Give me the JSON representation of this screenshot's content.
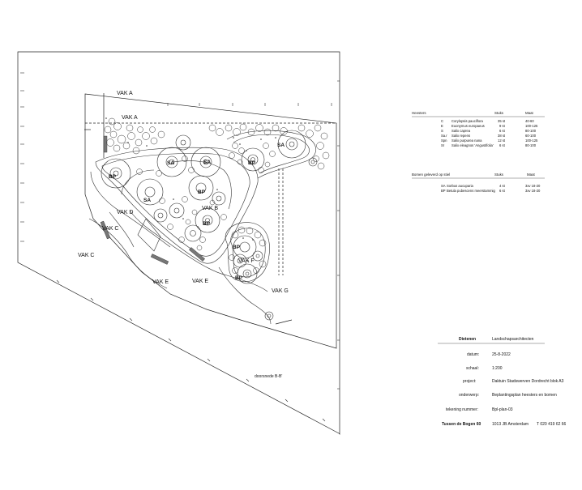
{
  "plan": {
    "vak_labels": [
      "VAK A",
      "VAK A",
      "VAK C",
      "VAK C",
      "VAK D",
      "VAK B",
      "VAK E",
      "VAK E",
      "VAK F",
      "VAK G"
    ],
    "zone_labels": [
      "SA",
      "SA",
      "SA",
      "SA",
      "BP",
      "BP",
      "BP",
      "BP",
      "BP",
      "BP",
      "BP"
    ],
    "doorsnede": "doorsnede B-B'"
  },
  "shrubs": {
    "headers": {
      "name": "Heesters",
      "qty": "Stuks",
      "size": "Maat"
    },
    "rows": [
      {
        "code": "C",
        "name": "Corylopsis pauciflora",
        "qty": "35 st",
        "size": "40-60"
      },
      {
        "code": "E",
        "name": "Euonymus europaeus",
        "qty": "9 st",
        "size": "100-125"
      },
      {
        "code": "S",
        "name": "Salix caprea",
        "qty": "6 st",
        "size": "80-100"
      },
      {
        "code": "Sa.r",
        "name": "Salix repens",
        "qty": "38 st",
        "size": "60-100"
      },
      {
        "code": "Spn",
        "name": "Salix purpurea nana",
        "qty": "12 st",
        "size": "100-125"
      },
      {
        "code": "Sr",
        "name": "Salix eleagnos 'Angustifolia'",
        "qty": "6 st",
        "size": "80-100"
      }
    ]
  },
  "trees": {
    "headers": {
      "name": "Bomen geleverd op stiel",
      "qty": "Stuks",
      "size": "Maat"
    },
    "rows": [
      {
        "code": "SA",
        "name": "Sorbus aucuparia",
        "qty": "4 st",
        "size": "3xv 18-20"
      },
      {
        "code": "BP",
        "name": "Betula pubescens meerstammig",
        "qty": "6 st",
        "size": "3xv 18-20"
      }
    ]
  },
  "titleblock": {
    "company": "Dietenen",
    "company_role": "Landschapsarchitecten",
    "rows": [
      {
        "label": "datum:",
        "value": "25-8-2022"
      },
      {
        "label": "schaal:",
        "value": "1:200"
      },
      {
        "label": "project:",
        "value": "Daktuin Stadswerven Dordrecht blok A3"
      },
      {
        "label": "onderwerp:",
        "value": "Beplantingsplan heesters en bomen"
      },
      {
        "label": "tekening nummer:",
        "value": "Bpl-plan-03"
      }
    ],
    "address": "Tussen de Bogen 60",
    "city": "1013 JB Amsterdam",
    "phone": "T 020 419 62 66"
  }
}
